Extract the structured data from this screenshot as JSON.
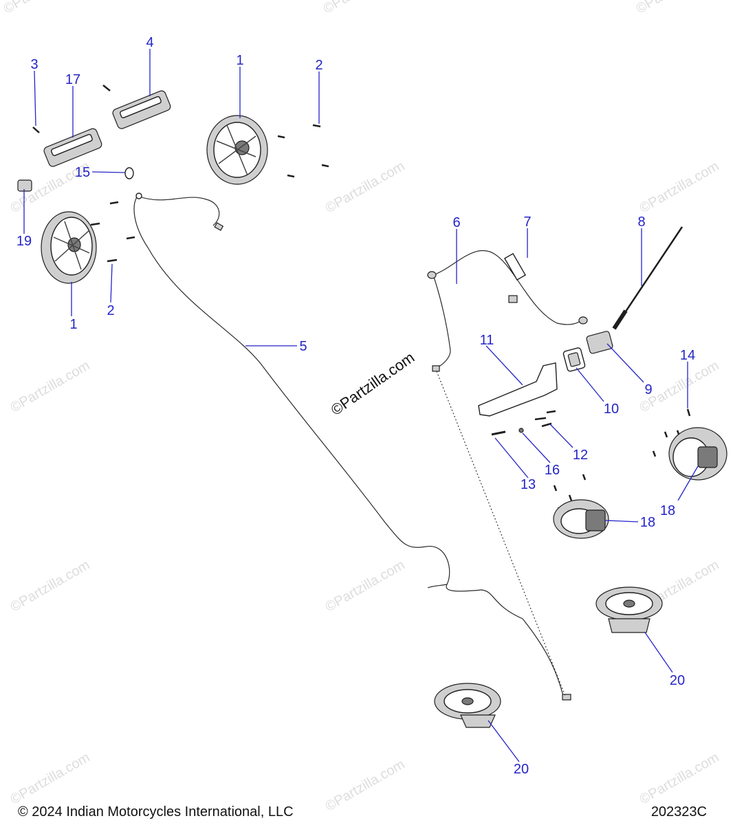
{
  "diagram": {
    "brand_mark": "©Partzilla.com",
    "watermark": "©Partzilla.com",
    "callout_color": "#2424c8",
    "callouts": [
      {
        "id": "c1a",
        "label": "1"
      },
      {
        "id": "c1b",
        "label": "1"
      },
      {
        "id": "c2a",
        "label": "2"
      },
      {
        "id": "c2b",
        "label": "2"
      },
      {
        "id": "c3",
        "label": "3"
      },
      {
        "id": "c4",
        "label": "4"
      },
      {
        "id": "c5",
        "label": "5"
      },
      {
        "id": "c6",
        "label": "6"
      },
      {
        "id": "c7",
        "label": "7"
      },
      {
        "id": "c8",
        "label": "8"
      },
      {
        "id": "c9",
        "label": "9"
      },
      {
        "id": "c10",
        "label": "10"
      },
      {
        "id": "c11",
        "label": "11"
      },
      {
        "id": "c12",
        "label": "12"
      },
      {
        "id": "c13",
        "label": "13"
      },
      {
        "id": "c14",
        "label": "14"
      },
      {
        "id": "c15",
        "label": "15"
      },
      {
        "id": "c16",
        "label": "16"
      },
      {
        "id": "c17",
        "label": "17"
      },
      {
        "id": "c18a",
        "label": "18"
      },
      {
        "id": "c18b",
        "label": "18"
      },
      {
        "id": "c19",
        "label": "19"
      },
      {
        "id": "c20a",
        "label": "20"
      },
      {
        "id": "c20b",
        "label": "20"
      }
    ]
  },
  "footer": {
    "copyright": "© 2024 Indian Motorcycles International, LLC",
    "figure_id": "202323C"
  }
}
